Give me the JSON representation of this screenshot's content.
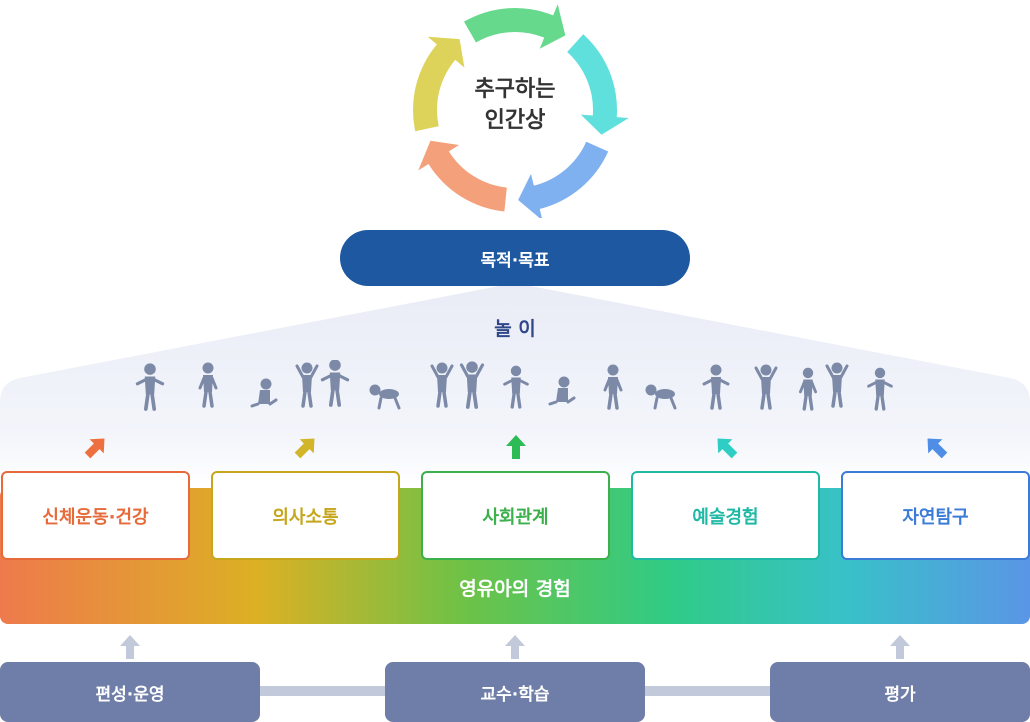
{
  "cycle": {
    "title_line1": "추구하는",
    "title_line2": "인간상",
    "arrow_colors": [
      "#66d98d",
      "#5fe0dc",
      "#7fb0f0",
      "#f4a07a",
      "#ddd35a"
    ]
  },
  "goal": {
    "label": "목적·목표",
    "color": "#1d58a0"
  },
  "play": {
    "label": "놀 이",
    "color": "#30478a"
  },
  "figure_color": "#7c8aa8",
  "areas": [
    {
      "label": "신체운동·건강",
      "color": "#e66a3a"
    },
    {
      "label": "의사소통",
      "color": "#c6a61c"
    },
    {
      "label": "사회관계",
      "color": "#3bb04c"
    },
    {
      "label": "예술경험",
      "color": "#20b9a6"
    },
    {
      "label": "자연탐구",
      "color": "#3a7cd8"
    }
  ],
  "arrow_colors": [
    "#ed7140",
    "#d2b52a",
    "#2dbb55",
    "#2fcec4",
    "#4f8ee6"
  ],
  "experience": {
    "label": "영유아의 경험",
    "gradient": [
      "#ee7a4c",
      "#dcb024",
      "#6ec247",
      "#30cb86",
      "#38c1c8",
      "#5a96e6"
    ]
  },
  "bottom": [
    {
      "label": "편성·운영"
    },
    {
      "label": "교수·학습"
    },
    {
      "label": "평가"
    }
  ],
  "bottom_color": "#6f7ea8",
  "connector_color": "#c2c9db"
}
